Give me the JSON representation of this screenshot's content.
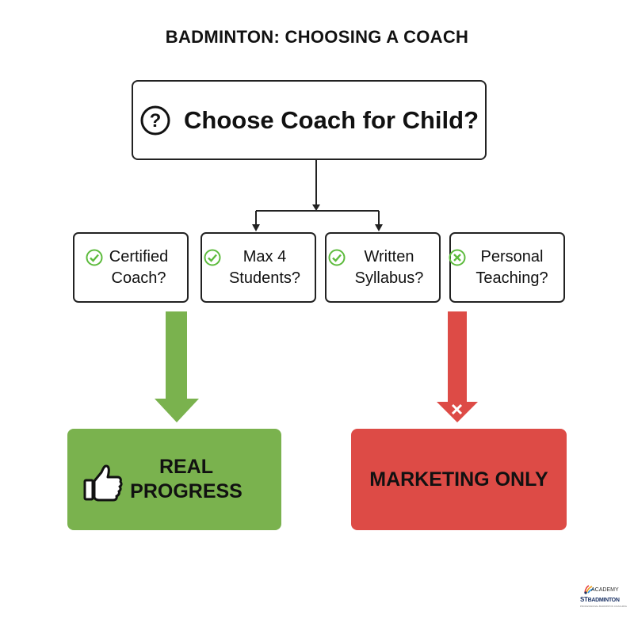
{
  "title": "BADMINTON: CHOOSING A COACH",
  "root": {
    "label": "Choose Coach for Child?",
    "icon": "question-circle-icon"
  },
  "criteria": [
    {
      "lines": [
        "Certified",
        "Coach?"
      ],
      "status": "check",
      "icon": "check-circle-icon"
    },
    {
      "lines": [
        "Max 4",
        "Students?"
      ],
      "status": "check",
      "icon": "check-circle-icon"
    },
    {
      "lines": [
        "Written",
        "Syllabus?"
      ],
      "status": "check",
      "icon": "check-circle-icon"
    },
    {
      "lines": [
        "Personal",
        "Teaching?"
      ],
      "status": "cross",
      "icon": "x-circle-icon"
    }
  ],
  "outcomes": {
    "good": {
      "lines": [
        "REAL",
        "PROGRESS"
      ],
      "icon": "thumbs-up-icon",
      "color": "#7ab24e"
    },
    "bad": {
      "label": "MARKETING ONLY",
      "icon": "x-mark-icon",
      "color": "#dd4b46"
    }
  },
  "logo": {
    "top": "ACADEMY",
    "brand_prefix": "ST",
    "brand": "BADMINTON",
    "tagline": "PROFESSIONAL BADMINTON COACHING"
  },
  "colors": {
    "check": "#5dbb3d",
    "cross": "#5dbb3d",
    "good": "#7ab24e",
    "bad": "#dd4b46"
  }
}
